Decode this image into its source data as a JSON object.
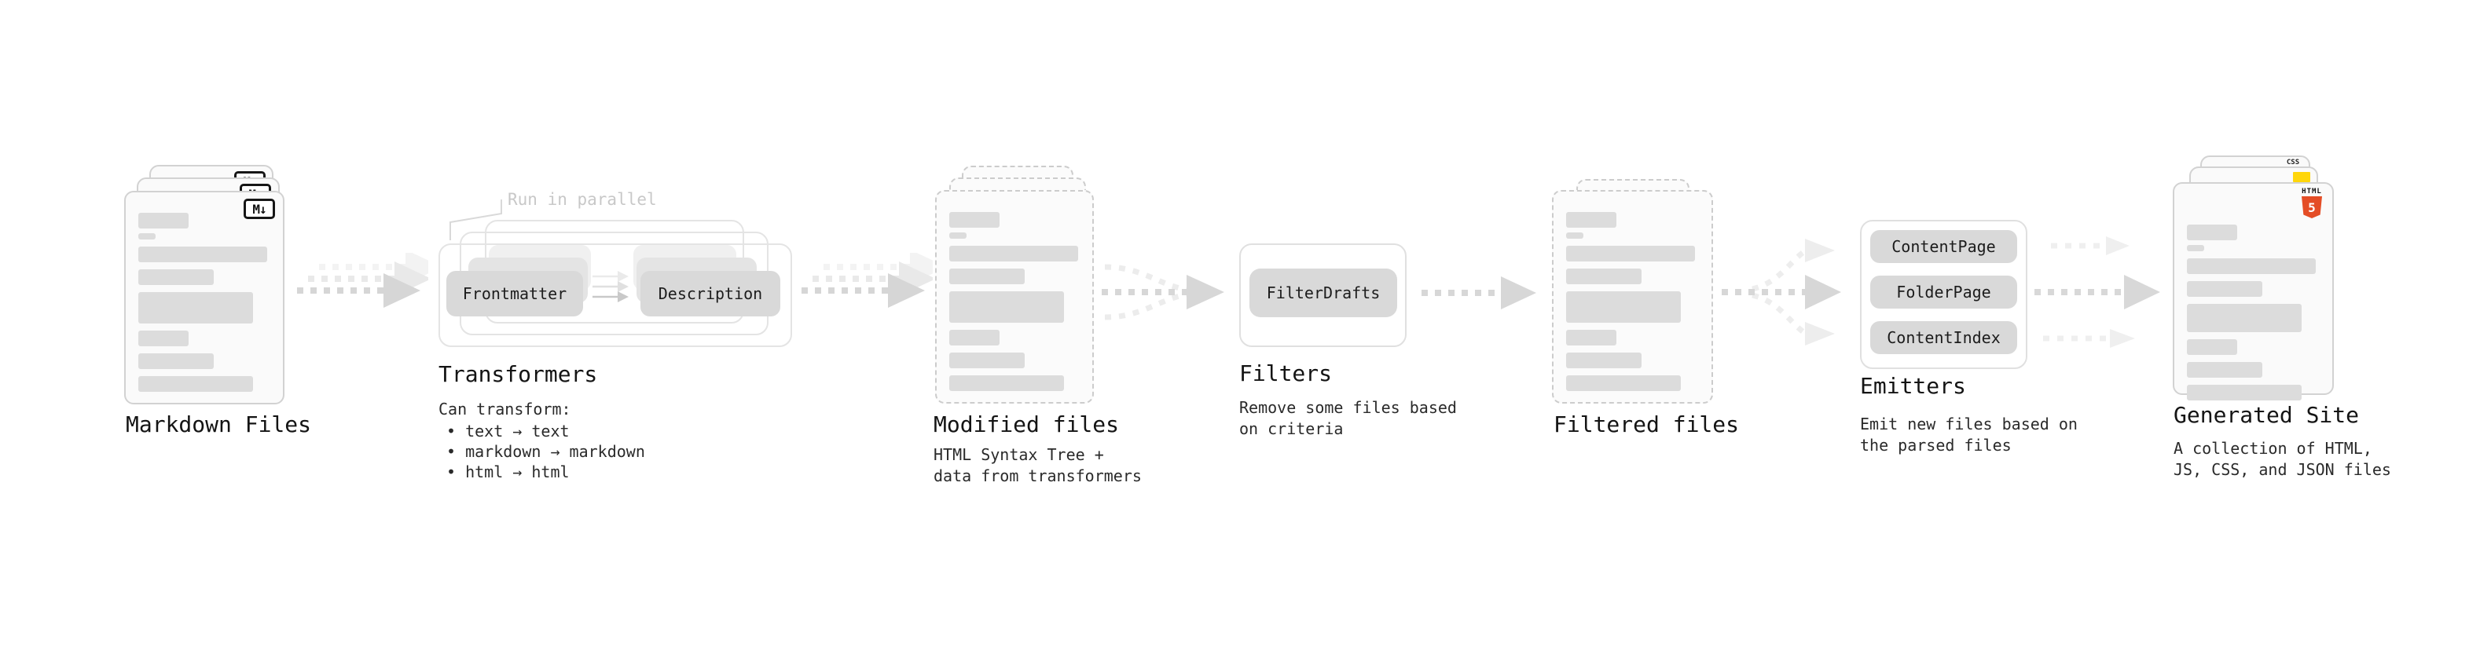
{
  "stages": {
    "markdown": {
      "label": "Markdown Files"
    },
    "transformers": {
      "label": "Transformers",
      "note": "Run in parallel",
      "pills": [
        "Frontmatter",
        "Description"
      ],
      "desc_title": "Can transform:",
      "bullets": [
        "• text → text",
        "• markdown → markdown",
        "• html → html"
      ]
    },
    "modified": {
      "label": "Modified files",
      "desc": [
        "HTML Syntax Tree +",
        "data from transformers"
      ]
    },
    "filters": {
      "label": "Filters",
      "pills": [
        "FilterDrafts"
      ],
      "desc": [
        "Remove some files based",
        "on criteria"
      ]
    },
    "filtered": {
      "label": "Filtered files"
    },
    "emitters": {
      "label": "Emitters",
      "pills": [
        "ContentPage",
        "FolderPage",
        "ContentIndex"
      ],
      "desc": [
        "Emit new files based on",
        "the parsed files"
      ]
    },
    "generated": {
      "label": "Generated Site",
      "desc": [
        "A collection of HTML,",
        "JS, CSS, and JSON files"
      ],
      "badges": {
        "css": "CSS",
        "html_word": "HTML",
        "html_number": "5"
      }
    }
  },
  "icons": {
    "markdown_badge": "M↓"
  },
  "colors": {
    "html5_orange": "#e44d26",
    "js_yellow": "#ffd60a",
    "css_blue": "#2e6be6"
  }
}
